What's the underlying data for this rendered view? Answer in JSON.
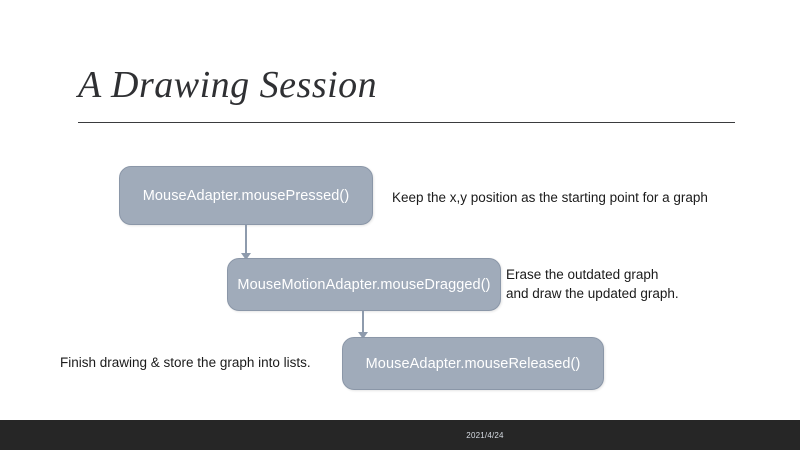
{
  "slide": {
    "title": "A Drawing Session",
    "background_color": "#ffffff",
    "accent_color": "#a0abba",
    "rule_color": "#3a3b3e"
  },
  "flow": {
    "nodes": [
      {
        "id": "pressed",
        "label": "MouseAdapter.mousePressed()"
      },
      {
        "id": "dragged",
        "label": "MouseMotionAdapter.mouseDragged()"
      },
      {
        "id": "released",
        "label": "MouseAdapter.mouseReleased()"
      }
    ],
    "connectors": [
      {
        "id": "connector-1",
        "from": "pressed",
        "to": "dragged",
        "icon": "arrow-down-icon"
      },
      {
        "id": "connector-2",
        "from": "dragged",
        "to": "released",
        "icon": "arrow-down-icon"
      }
    ],
    "captions": [
      {
        "id": "caption-pressed",
        "for": "pressed",
        "text": "Keep the x,y position as the starting point for a graph"
      },
      {
        "id": "caption-dragged",
        "for": "dragged",
        "text": "Erase the outdated graph\nand draw the updated graph."
      },
      {
        "id": "caption-released",
        "for": "released",
        "text": "Finish drawing & store the graph into lists."
      }
    ]
  },
  "footer": {
    "date": "2021/4/24",
    "bar_color": "#262626",
    "text_color": "#d7dce3"
  }
}
